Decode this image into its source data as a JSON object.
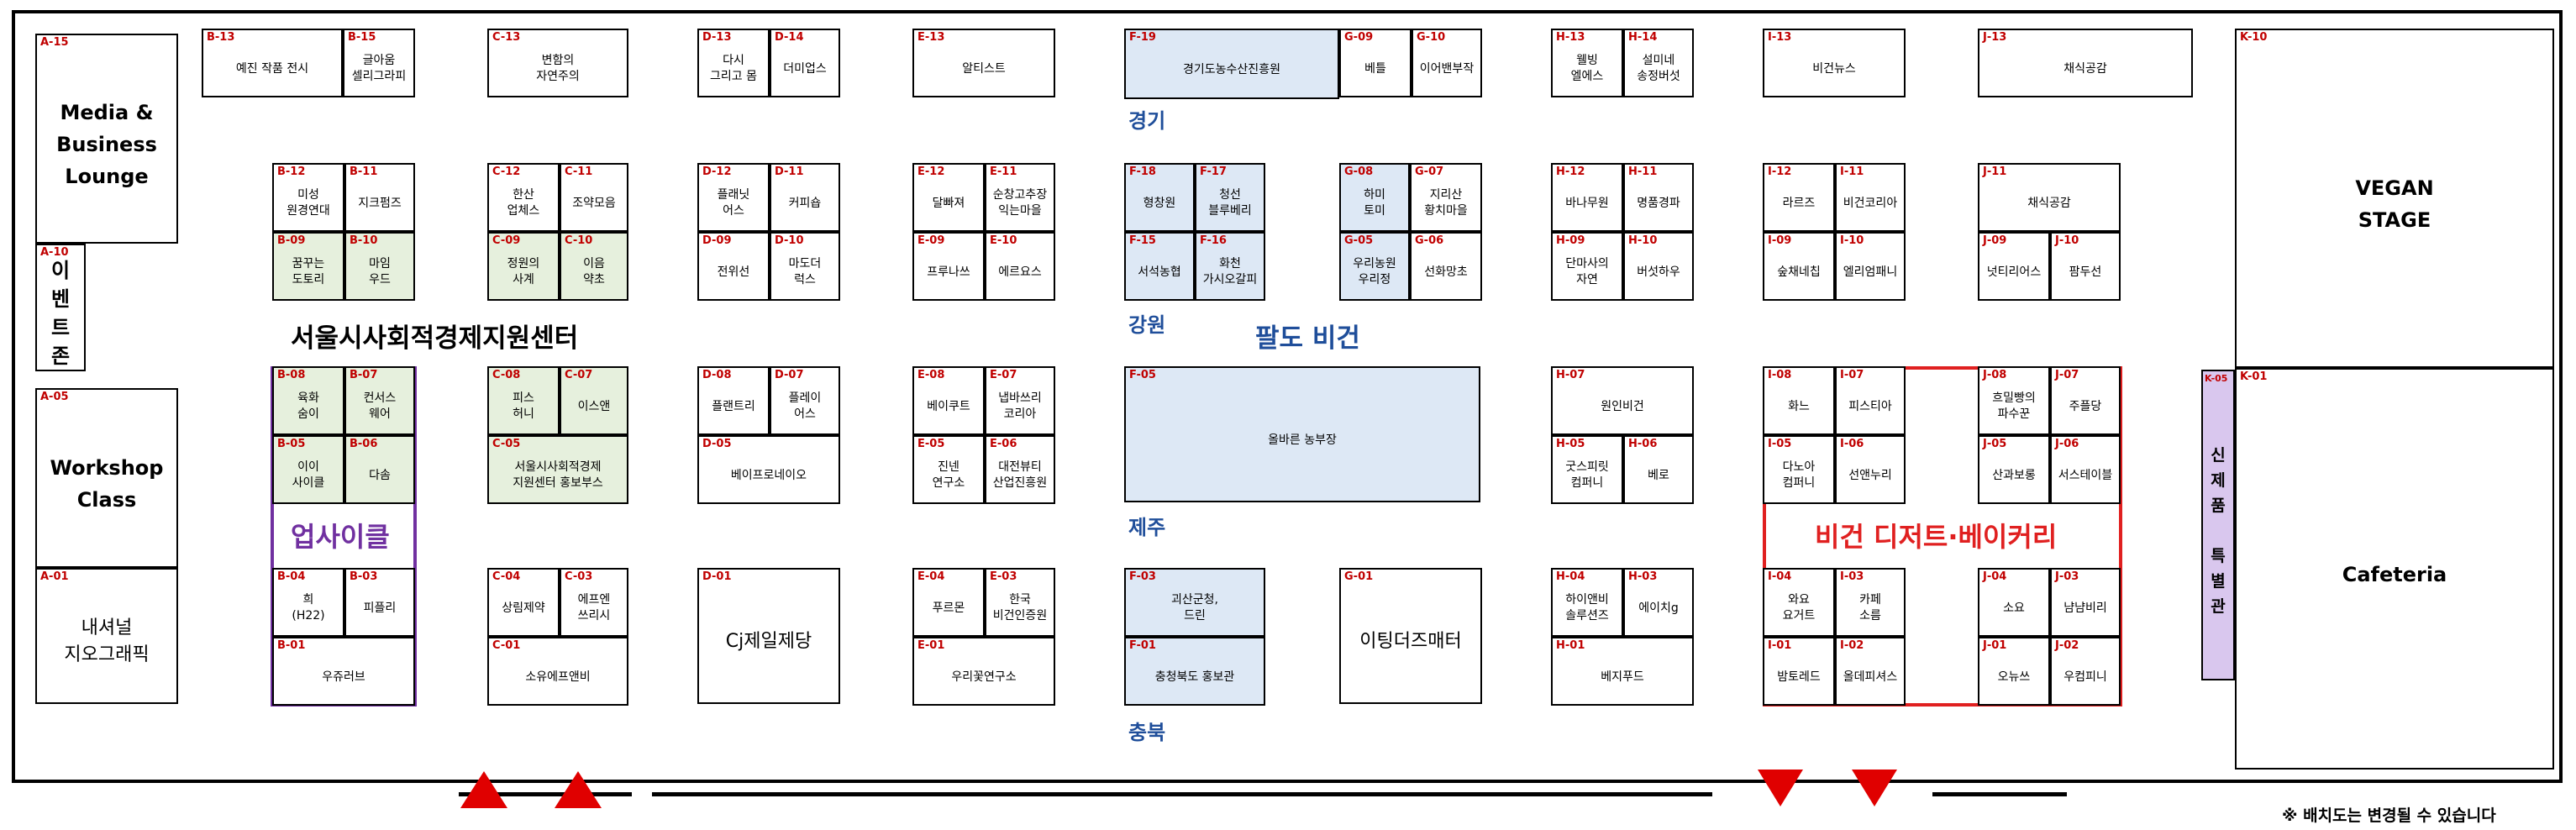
{
  "booths": [
    {
      "code": "A-15",
      "name": "Media &\nBusiness\nLounge",
      "style": "big"
    },
    {
      "code": "A-10",
      "name": "이\n벤\n트\n존",
      "style": "vert"
    },
    {
      "code": "A-05",
      "name": "Workshop\nClass",
      "style": "big"
    },
    {
      "code": "A-01",
      "name": "내셔널\n지오그래픽",
      "style": "big2"
    },
    {
      "code": "B-13",
      "name": "예진 작품 전시"
    },
    {
      "code": "B-15",
      "name": "글아움\n셀리그라피"
    },
    {
      "code": "B-12",
      "name": "미성\n원경연대"
    },
    {
      "code": "B-11",
      "name": "지크펌즈"
    },
    {
      "code": "B-09",
      "name": "꿈꾸는\n도토리",
      "style": "green"
    },
    {
      "code": "B-10",
      "name": "마임\n우드",
      "style": "green"
    },
    {
      "code": "B-08",
      "name": "육화\n숨이",
      "style": "green"
    },
    {
      "code": "B-07",
      "name": "컨서스\n웨어",
      "style": "green"
    },
    {
      "code": "B-05",
      "name": "이이\n사이클",
      "style": "green"
    },
    {
      "code": "B-06",
      "name": "다솜",
      "style": "green"
    },
    {
      "code": "B-04",
      "name": "희\n(H22)"
    },
    {
      "code": "B-03",
      "name": "피플리"
    },
    {
      "code": "B-01",
      "name": "우쥬러브"
    },
    {
      "code": "C-13",
      "name": "변함의\n자연주의"
    },
    {
      "code": "C-12",
      "name": "한산\n업체스"
    },
    {
      "code": "C-11",
      "name": "조약모음"
    },
    {
      "code": "C-09",
      "name": "정원의\n사계",
      "style": "green"
    },
    {
      "code": "C-10",
      "name": "이음\n약초",
      "style": "green"
    },
    {
      "code": "C-08",
      "name": "피스\n허니",
      "style": "green"
    },
    {
      "code": "C-07",
      "name": "이스앤",
      "style": "green"
    },
    {
      "code": "C-05",
      "name": "서울시사회적경제\n지원센터 홍보부스",
      "style": "green"
    },
    {
      "code": "C-04",
      "name": "상림제약"
    },
    {
      "code": "C-03",
      "name": "에프엔\n쓰리시"
    },
    {
      "code": "C-01",
      "name": "소유에프앤비"
    },
    {
      "code": "D-13",
      "name": "다시\n그리고 몸"
    },
    {
      "code": "D-14",
      "name": "더미업스"
    },
    {
      "code": "D-12",
      "name": "플래닛\n어스"
    },
    {
      "code": "D-11",
      "name": "커피숍"
    },
    {
      "code": "D-09",
      "name": "전위선"
    },
    {
      "code": "D-10",
      "name": "마도더\n럭스"
    },
    {
      "code": "D-08",
      "name": "플랜트리"
    },
    {
      "code": "D-07",
      "name": "플레이\n어스"
    },
    {
      "code": "D-05",
      "name": "베이프로네이오"
    },
    {
      "code": "D-01",
      "name": "Cj제일제당",
      "style": "big2"
    },
    {
      "code": "E-13",
      "name": "알티스트"
    },
    {
      "code": "E-12",
      "name": "달빠져"
    },
    {
      "code": "E-11",
      "name": "순창고추장\n익는마을"
    },
    {
      "code": "E-09",
      "name": "프루나쓰"
    },
    {
      "code": "E-10",
      "name": "에르요스"
    },
    {
      "code": "E-08",
      "name": "베이쿠트"
    },
    {
      "code": "E-07",
      "name": "냅바쓰리\n코리아"
    },
    {
      "code": "E-05",
      "name": "진넨\n연구소"
    },
    {
      "code": "E-06",
      "name": "대전뷰티\n산업진흥원"
    },
    {
      "code": "E-04",
      "name": "푸르몬"
    },
    {
      "code": "E-03",
      "name": "한국\n비건인증원"
    },
    {
      "code": "E-01",
      "name": "우리꽃연구소"
    },
    {
      "code": "F-19",
      "name": "경기도농수산진흥원",
      "style": "blue"
    },
    {
      "code": "F-18",
      "name": "형창원",
      "style": "blue"
    },
    {
      "code": "F-17",
      "name": "청선\n블루베리",
      "style": "blue"
    },
    {
      "code": "F-15",
      "name": "서석농협",
      "style": "blue"
    },
    {
      "code": "F-16",
      "name": "화천\n가시오갈피",
      "style": "blue"
    },
    {
      "code": "F-05",
      "name": "올바른 농부장",
      "style": "blue"
    },
    {
      "code": "F-03",
      "name": "괴산군청,\n드린",
      "style": "blue"
    },
    {
      "code": "F-01",
      "name": "충청북도 홍보관",
      "style": "blue"
    },
    {
      "code": "G-09",
      "name": "베틀"
    },
    {
      "code": "G-10",
      "name": "이어밴부작"
    },
    {
      "code": "G-08",
      "name": "하미\n토미",
      "style": "blue"
    },
    {
      "code": "G-07",
      "name": "지리산\n황치마을"
    },
    {
      "code": "G-05",
      "name": "우리농원\n우리정",
      "style": "blue"
    },
    {
      "code": "G-06",
      "name": "선화망초"
    },
    {
      "code": "G-01",
      "name": "이팅더즈매터",
      "style": "big2"
    },
    {
      "code": "H-13",
      "name": "웰빙\n엘에스"
    },
    {
      "code": "H-14",
      "name": "설미네\n송정버섯"
    },
    {
      "code": "H-12",
      "name": "바나무원"
    },
    {
      "code": "H-11",
      "name": "명품경파"
    },
    {
      "code": "H-09",
      "name": "단마사의\n자연"
    },
    {
      "code": "H-10",
      "name": "버섯하우"
    },
    {
      "code": "H-07",
      "name": "원인비건"
    },
    {
      "code": "H-05",
      "name": "굿스피릿\n컴퍼니"
    },
    {
      "code": "H-06",
      "name": "베로"
    },
    {
      "code": "H-04",
      "name": "하이앤비\n솔루션즈"
    },
    {
      "code": "H-03",
      "name": "에이치g"
    },
    {
      "code": "H-01",
      "name": "베지푸드"
    },
    {
      "code": "I-13",
      "name": "비건뉴스"
    },
    {
      "code": "I-12",
      "name": "라르즈"
    },
    {
      "code": "I-11",
      "name": "비건코리아"
    },
    {
      "code": "I-09",
      "name": "숲채네칩"
    },
    {
      "code": "I-10",
      "name": "엘리엄패니"
    },
    {
      "code": "I-08",
      "name": "화느"
    },
    {
      "code": "I-07",
      "name": "피스티아"
    },
    {
      "code": "I-05",
      "name": "다노아\n컴퍼니"
    },
    {
      "code": "I-06",
      "name": "선앤누리"
    },
    {
      "code": "I-04",
      "name": "와요\n요거트"
    },
    {
      "code": "I-03",
      "name": "카페\n소름"
    },
    {
      "code": "I-01",
      "name": "밤토레드"
    },
    {
      "code": "I-02",
      "name": "올데피셔스"
    },
    {
      "code": "J-13",
      "name": "채식공감"
    },
    {
      "code": "J-11",
      "name": "채식공감"
    },
    {
      "code": "J-09",
      "name": "넛티리어스"
    },
    {
      "code": "J-10",
      "name": "팜두선"
    },
    {
      "code": "J-08",
      "name": "흐밀빵의\n파수꾼"
    },
    {
      "code": "J-07",
      "name": "주플당"
    },
    {
      "code": "J-05",
      "name": "산과보롱"
    },
    {
      "code": "J-06",
      "name": "서스테이블"
    },
    {
      "code": "J-04",
      "name": "소요"
    },
    {
      "code": "J-03",
      "name": "냠냠비리"
    },
    {
      "code": "J-01",
      "name": "오뉴쓰"
    },
    {
      "code": "J-02",
      "name": "우컴피니"
    },
    {
      "code": "K-10",
      "name": "VEGAN\nSTAGE",
      "style": "big"
    },
    {
      "code": "K-05",
      "name": "신\n제\n품\n\n특\n별\n관",
      "style": "lav vert2"
    },
    {
      "code": "K-01",
      "name": "Cafeteria",
      "style": "big"
    }
  ],
  "zone_labels": {
    "seoul": "서울시사회적경제지원센터",
    "upcycle": "업사이클",
    "paldo": "팔도 비건",
    "gyeonggi": "경기",
    "gangwon": "강원",
    "jeju": "제주",
    "chungbuk": "충북",
    "dessert": "비건 디저트·베이커리"
  },
  "note": "※ 배치도는 변경될 수 있습니다",
  "colors": {
    "code_red": "#c00000",
    "upcycle_purple": "#7030a0",
    "paldo_blue": "#1f4e9a",
    "dessert_red": "#e02020",
    "arrow_red": "#e00000"
  }
}
